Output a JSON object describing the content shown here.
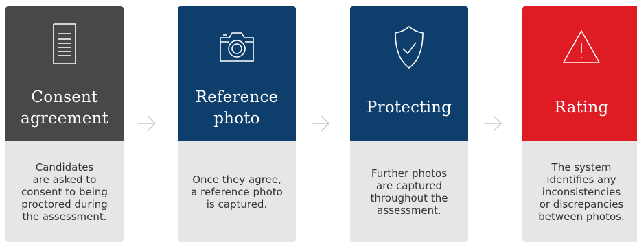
{
  "steps": [
    {
      "title": "Consent\nagreement",
      "description": "Candidates\nare asked to\nconsent to being\nproctored during\nthe assessment.",
      "icon": "document-icon",
      "color": "#4a4846"
    },
    {
      "title": "Reference\nphoto",
      "description": "Once they agree,\na reference photo\nis captured.",
      "icon": "camera-icon",
      "color": "#0e3e6c"
    },
    {
      "title": "Protecting",
      "description": "Further photos\nare captured\nthroughout the\nassessment.",
      "icon": "shield-check-icon",
      "color": "#0e3e6c"
    },
    {
      "title": "Rating",
      "description": "The system\nidentifies any\ninconsistencies\nor discrepancies\nbetween photos.",
      "icon": "warning-triangle-icon",
      "color": "#df1b23"
    }
  ],
  "arrow_color": "#c8c8c8",
  "card_body_color": "#e6e6e6"
}
